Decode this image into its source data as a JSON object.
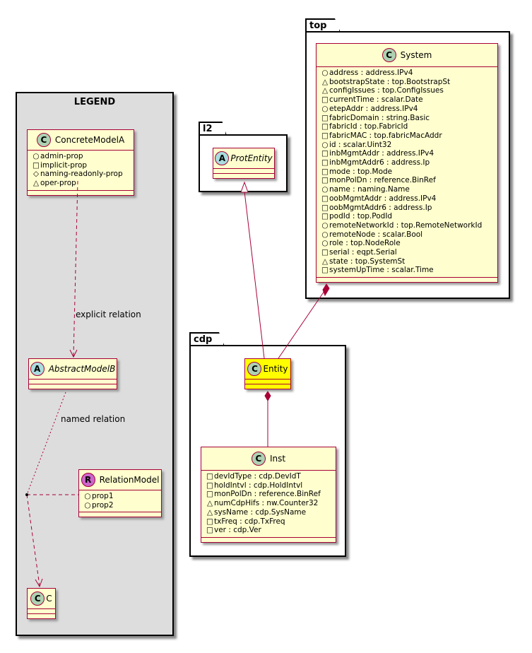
{
  "legend": {
    "title": "LEGEND",
    "concrete": {
      "badge": "C",
      "name": "ConcreteModelA",
      "attrs": [
        {
          "vis": "○",
          "text": "admin-prop"
        },
        {
          "vis": "□",
          "text": "implicit-prop"
        },
        {
          "vis": "◇",
          "text": "naming-readonly-prop"
        },
        {
          "vis": "△",
          "text": "oper-prop"
        }
      ]
    },
    "explicit_label": "explicit relation",
    "abstract": {
      "badge": "A",
      "name": "AbstractModelB"
    },
    "named_label": "named relation",
    "relation": {
      "badge": "R",
      "name": "RelationModel",
      "attrs": [
        {
          "vis": "○",
          "text": "prop1"
        },
        {
          "vis": "○",
          "text": "prop2"
        }
      ]
    },
    "c": {
      "badge": "C",
      "name": "C"
    }
  },
  "top": {
    "package": "top",
    "system": {
      "badge": "C",
      "name": "System",
      "attrs": [
        {
          "vis": "○",
          "text": "address : address.IPv4"
        },
        {
          "vis": "△",
          "text": "bootstrapState : top.BootstrapSt"
        },
        {
          "vis": "△",
          "text": "configIssues : top.ConfigIssues"
        },
        {
          "vis": "□",
          "text": "currentTime : scalar.Date"
        },
        {
          "vis": "○",
          "text": "etepAddr : address.IPv4"
        },
        {
          "vis": "□",
          "text": "fabricDomain : string.Basic"
        },
        {
          "vis": "□",
          "text": "fabricId : top.FabricId"
        },
        {
          "vis": "□",
          "text": "fabricMAC : top.fabricMacAddr"
        },
        {
          "vis": "○",
          "text": "id : scalar.Uint32"
        },
        {
          "vis": "□",
          "text": "inbMgmtAddr : address.IPv4"
        },
        {
          "vis": "□",
          "text": "inbMgmtAddr6 : address.Ip"
        },
        {
          "vis": "□",
          "text": "mode : top.Mode"
        },
        {
          "vis": "□",
          "text": "monPolDn : reference.BinRef"
        },
        {
          "vis": "○",
          "text": "name : naming.Name"
        },
        {
          "vis": "□",
          "text": "oobMgmtAddr : address.IPv4"
        },
        {
          "vis": "□",
          "text": "oobMgmtAddr6 : address.Ip"
        },
        {
          "vis": "□",
          "text": "podId : top.PodId"
        },
        {
          "vis": "○",
          "text": "remoteNetworkId : top.RemoteNetworkId"
        },
        {
          "vis": "○",
          "text": "remoteNode : scalar.Bool"
        },
        {
          "vis": "○",
          "text": "role : top.NodeRole"
        },
        {
          "vis": "□",
          "text": "serial : eqpt.Serial"
        },
        {
          "vis": "△",
          "text": "state : top.SystemSt"
        },
        {
          "vis": "□",
          "text": "systemUpTime : scalar.Time"
        }
      ]
    }
  },
  "l2": {
    "package": "l2",
    "prot": {
      "badge": "A",
      "name": "ProtEntity"
    }
  },
  "cdp": {
    "package": "cdp",
    "entity": {
      "badge": "C",
      "name": "Entity"
    },
    "inst": {
      "badge": "C",
      "name": "Inst",
      "attrs": [
        {
          "vis": "□",
          "text": "devIdType : cdp.DevIdT"
        },
        {
          "vis": "□",
          "text": "holdIntvl : cdp.HoldIntvl"
        },
        {
          "vis": "□",
          "text": "monPolDn : reference.BinRef"
        },
        {
          "vis": "△",
          "text": "numCdpHifs : nw.Counter32"
        },
        {
          "vis": "△",
          "text": "sysName : cdp.SysName"
        },
        {
          "vis": "□",
          "text": "txFreq : cdp.TxFreq"
        },
        {
          "vis": "□",
          "text": "ver : cdp.Ver"
        }
      ]
    }
  },
  "colors": {
    "class_fill": "#fefece",
    "class_border": "#a80036",
    "highlight": "#ffff00",
    "legend_fill": "#dddddd"
  }
}
